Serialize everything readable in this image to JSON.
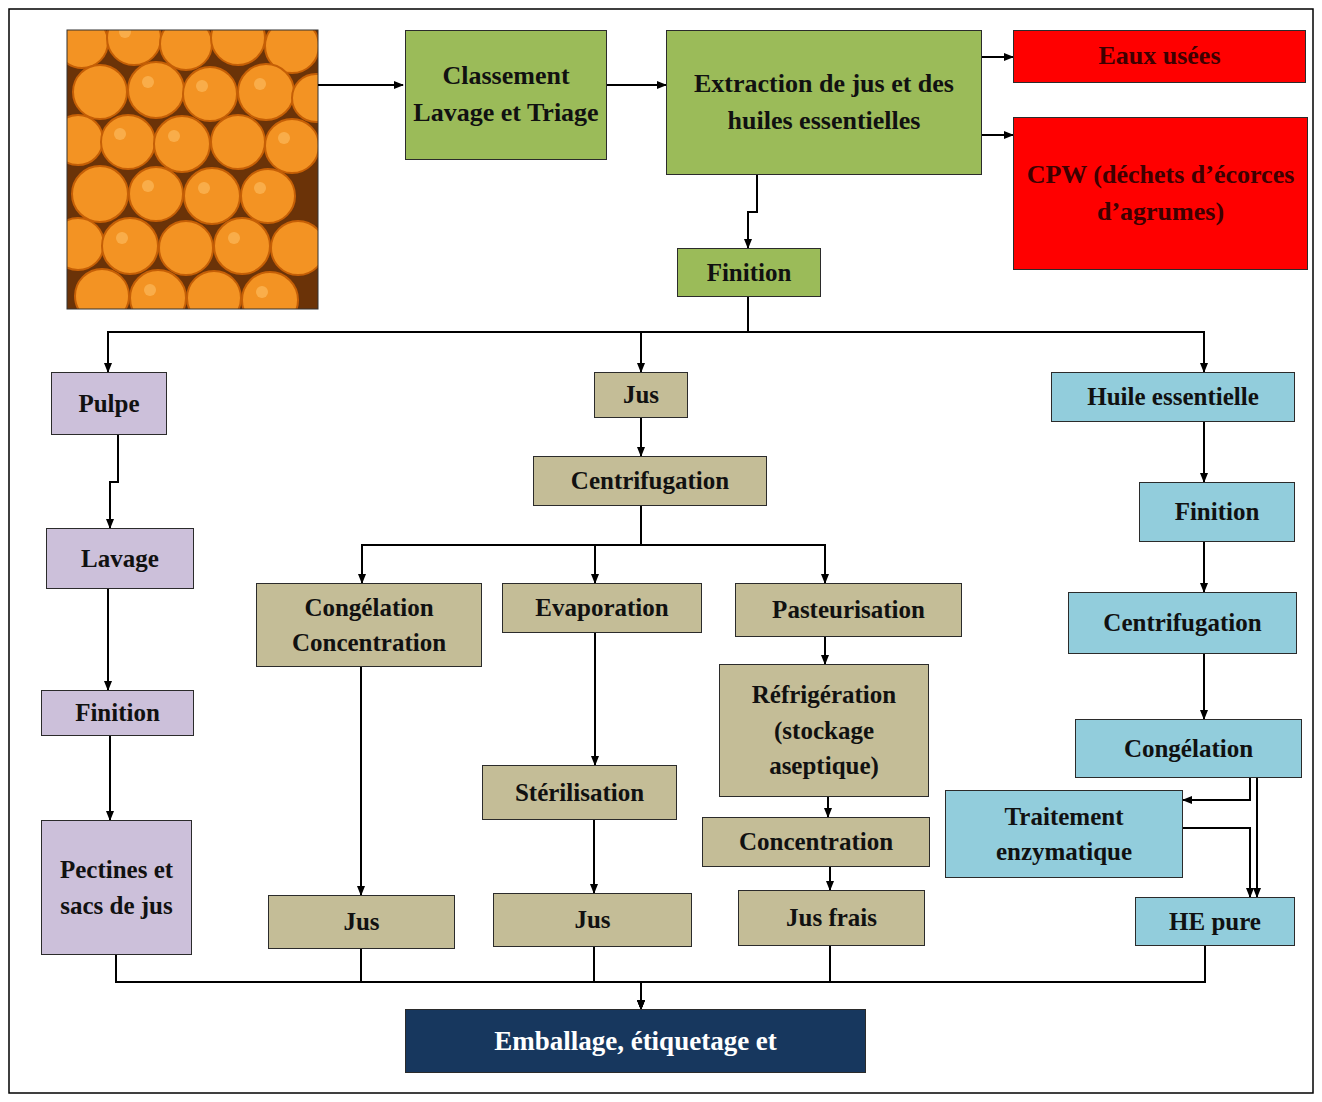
{
  "diagram": {
    "nodes": [
      {
        "text": [
          "Classement Lavage et Triage"
        ]
      },
      {
        "text": [
          "Extraction de jus et des huiles essentielles"
        ]
      },
      {
        "text": [
          "Eaux usées"
        ]
      },
      {
        "text": [
          "CPW (déchets d’écorces d’agrumes)"
        ]
      },
      {
        "text": [
          "Finition"
        ]
      },
      {
        "text": [
          "Pulpe"
        ]
      },
      {
        "text": [
          "Jus"
        ]
      },
      {
        "text": [
          "Huile essentielle"
        ]
      },
      {
        "text": [
          "Lavage"
        ]
      },
      {
        "text": [
          "Centrifugation"
        ]
      },
      {
        "text": [
          "Congélation Concentration"
        ]
      },
      {
        "text": [
          "Evaporation"
        ]
      },
      {
        "text": [
          "Pasteurisation"
        ]
      },
      {
        "text": [
          "Finition"
        ]
      },
      {
        "text": [
          "Centrifugation"
        ]
      },
      {
        "text": [
          "Réfrigération (stockage aseptique)"
        ]
      },
      {
        "text": [
          "Finition"
        ]
      },
      {
        "text": [
          "Congélation"
        ]
      },
      {
        "text": [
          "Stérilisation"
        ]
      },
      {
        "text": [
          "Traitement enzymatique"
        ]
      },
      {
        "text": [
          "Concentration"
        ]
      },
      {
        "text": [
          "Pectines et sacs de jus"
        ]
      },
      {
        "text": [
          "Jus"
        ]
      },
      {
        "text": [
          "Jus"
        ]
      },
      {
        "text": [
          "Jus frais"
        ]
      },
      {
        "text": [
          "HE pure"
        ]
      },
      {
        "text": [
          "Emballage, étiquetage et"
        ]
      }
    ],
    "edges": [
      {
        "from": 0,
        "to": 1,
        "arrow": "to"
      },
      {
        "from": 1,
        "to": 2,
        "arrow": "to"
      },
      {
        "from": 1,
        "to": 3,
        "arrow": "to"
      },
      {
        "from": 1,
        "to": 4,
        "arrow": "to"
      },
      {
        "from": 4,
        "to": 5,
        "arrow": "to"
      },
      {
        "from": 4,
        "to": 6,
        "arrow": "to"
      },
      {
        "from": 4,
        "to": 7,
        "arrow": "to"
      },
      {
        "from": 5,
        "to": 8,
        "arrow": "to"
      },
      {
        "from": 8,
        "to": 16,
        "arrow": "to"
      },
      {
        "from": 16,
        "to": 21,
        "arrow": "to"
      },
      {
        "from": 6,
        "to": 9,
        "arrow": "to"
      },
      {
        "from": 9,
        "to": 10,
        "arrow": "to"
      },
      {
        "from": 9,
        "to": 11,
        "arrow": "to"
      },
      {
        "from": 9,
        "to": 12,
        "arrow": "to"
      },
      {
        "from": 10,
        "to": 22,
        "arrow": "to"
      },
      {
        "from": 11,
        "to": 18,
        "arrow": "to"
      },
      {
        "from": 18,
        "to": 23,
        "arrow": "to"
      },
      {
        "from": 12,
        "to": 15,
        "arrow": "to"
      },
      {
        "from": 15,
        "to": 20,
        "arrow": "to"
      },
      {
        "from": 20,
        "to": 24,
        "arrow": "to"
      },
      {
        "from": 7,
        "to": 13,
        "arrow": "to"
      },
      {
        "from": 13,
        "to": 14,
        "arrow": "to"
      },
      {
        "from": 14,
        "to": 17,
        "arrow": "to"
      },
      {
        "from": 17,
        "to": 25,
        "arrow": "to"
      },
      {
        "from": 17,
        "to": 19,
        "arrow": "to"
      },
      {
        "from": 19,
        "to": 25,
        "arrow": "to"
      },
      {
        "from": 21,
        "to": 26,
        "arrow": "to"
      },
      {
        "from": 22,
        "to": 26,
        "arrow": "to"
      },
      {
        "from": 23,
        "to": 26,
        "arrow": "to"
      },
      {
        "from": 24,
        "to": 26,
        "arrow": "to"
      },
      {
        "from": 25,
        "to": 26,
        "arrow": "to"
      }
    ]
  }
}
